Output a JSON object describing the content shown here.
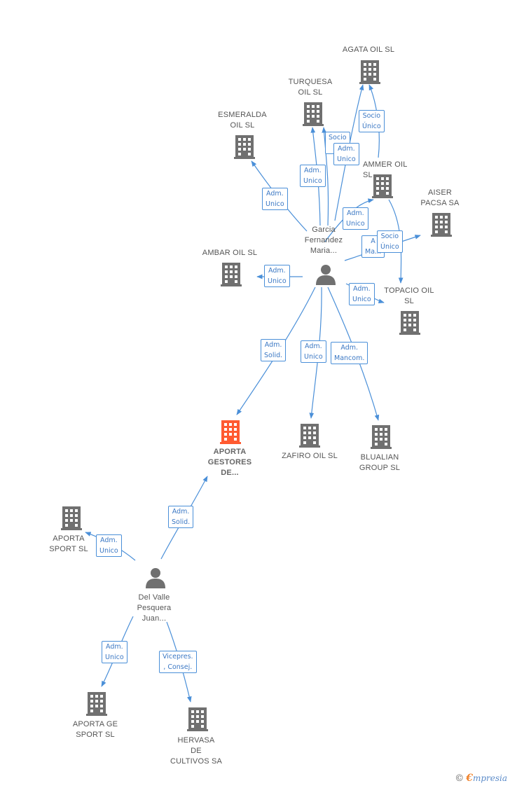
{
  "colors": {
    "edge": "#4a8fd8",
    "building": "#707070",
    "building_focus": "#ff5a30",
    "person": "#707070"
  },
  "companies": {
    "agata": "AGATA OIL  SL",
    "turquesa": "TURQUESA\nOIL SL",
    "esmeralda": "ESMERALDA\nOIL SL",
    "ammer": "AMMER OIL SL",
    "aiser": "AISER\nPACSA SA",
    "ambar": "AMBAR OIL SL",
    "topacio": "TOPACIO OIL\nSL",
    "aporta_gestores": "APORTA\nGESTORES\nDE...",
    "zafiro": "ZAFIRO OIL SL",
    "blualian": "BLUALIAN\nGROUP SL",
    "aporta_sport": "APORTA\nSPORT SL",
    "aporta_ge_sport": "APORTA GE\nSPORT SL",
    "hervasa": "HERVASA\nDE\nCULTIVOS SA"
  },
  "persons": {
    "garcia": "Garcia\nFernandez\nMaria...",
    "del_valle": "Del Valle\nPesquera\nJuan..."
  },
  "roles": {
    "adm_unico": "Adm.\nUnico",
    "socio_unico": "Socio\nÚnico",
    "adm_solid": "Adm.\nSolid.",
    "adm_mancom": "Adm.\nMancom.",
    "adm_mancom_partial": "A\nMa...",
    "socio_partial": "Socio\nÚ",
    "vicepres": "Vicepres.\n, Consej."
  },
  "brand": {
    "copyright": "©",
    "initial": "€",
    "name": "mpresia"
  }
}
